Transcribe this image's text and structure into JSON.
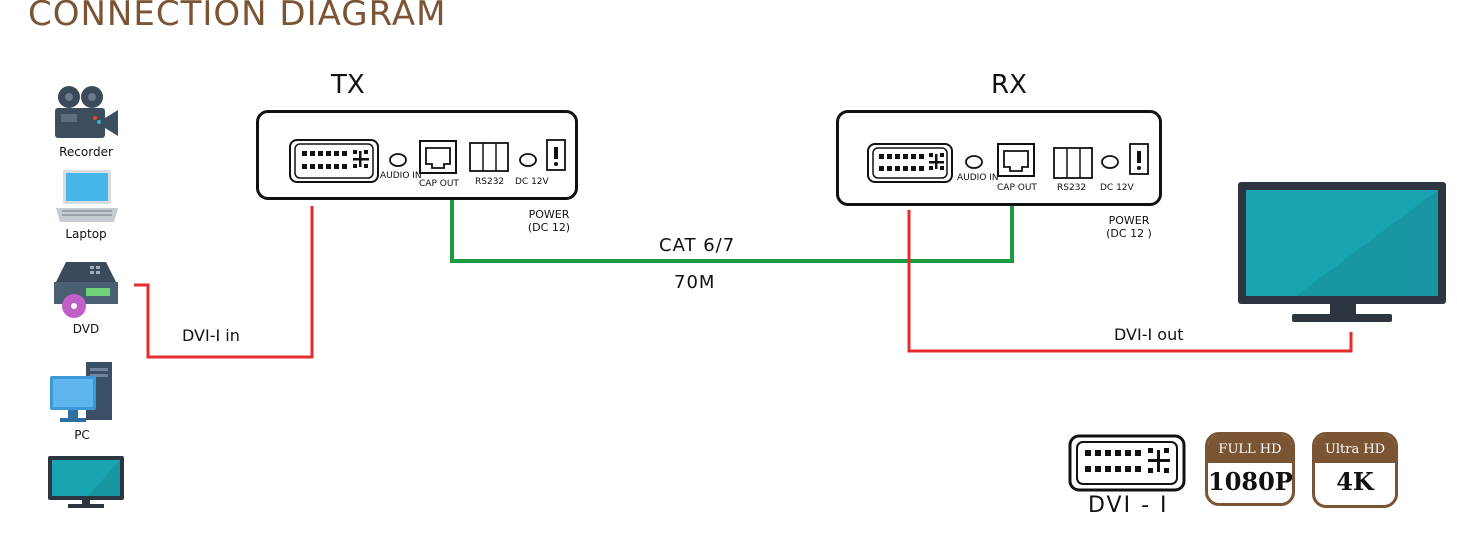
{
  "header": {
    "title": "CONNECTION DIAGRAM"
  },
  "sources": [
    {
      "label": "Recorder",
      "icon": "video-camera-icon"
    },
    {
      "label": "Laptop",
      "icon": "laptop-icon"
    },
    {
      "label": "DVD",
      "icon": "dvd-player-icon"
    },
    {
      "label": "PC",
      "icon": "desktop-pc-icon"
    },
    {
      "label": "",
      "icon": "monitor-icon"
    }
  ],
  "tx": {
    "heading": "TX",
    "ports": {
      "audio_in": "AUDIO IN",
      "cap_out": "CAP OUT",
      "rs232": "RS232",
      "dc": "DC 12V"
    },
    "power_line1": "POWER",
    "power_line2": "(DC 12)"
  },
  "rx": {
    "heading": "RX",
    "ports": {
      "audio_in": "AUDIO IN",
      "cap_out": "CAP OUT",
      "rs232": "RS232",
      "dc": "DC 12V"
    },
    "power_line1": "POWER",
    "power_line2": "(DC 12 )"
  },
  "cables": {
    "input_label": "DVI-I in",
    "link_label": "CAT 6/7",
    "distance_label": "70M",
    "output_label": "DVI-I out"
  },
  "colors": {
    "title": "#7a5433",
    "dvi_cable": "#e52b2b",
    "cat_cable": "#1f9a3f",
    "screen": "#1aa3b0",
    "badge": "#7a5433"
  },
  "legend": {
    "connector_caption": "DVI - I",
    "badges": [
      {
        "top": "FULL HD",
        "bottom": "1080P"
      },
      {
        "top": "Ultra HD",
        "bottom": "4K"
      }
    ]
  }
}
